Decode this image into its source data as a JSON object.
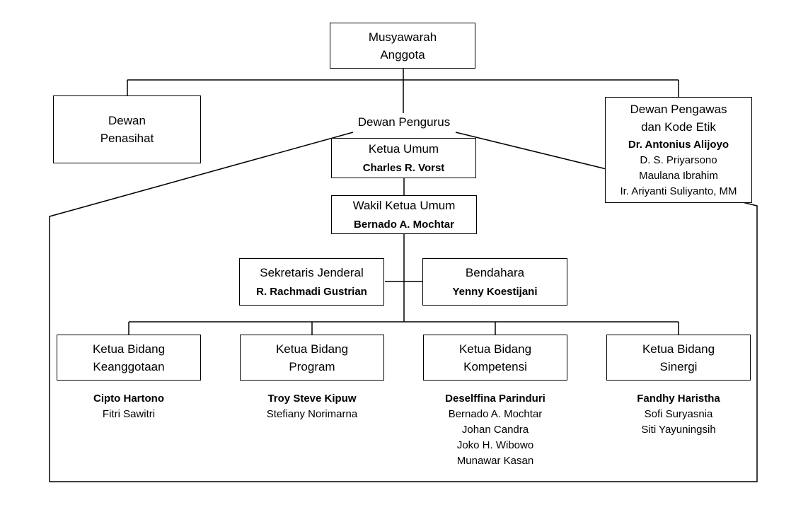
{
  "nodes": {
    "musyawarah": {
      "title": "Musyawarah\nAnggota"
    },
    "penasihat": {
      "title": "Dewan\nPenasihat"
    },
    "pengurus_label": "Dewan Pengurus",
    "ketua_umum": {
      "title": "Ketua Umum",
      "name": "Charles R. Vorst"
    },
    "wakil_ketua_umum": {
      "title": "Wakil Ketua Umum",
      "name": "Bernado A. Mochtar"
    },
    "pengawas": {
      "title": "Dewan Pengawas\ndan Kode Etik",
      "lead": "Dr. Antonius Alijoyo",
      "members": [
        "D. S. Priyarsono",
        "Maulana Ibrahim",
        "Ir. Ariyanti Suliyanto, MM"
      ]
    },
    "sekretaris": {
      "title": "Sekretaris Jenderal",
      "name": "R. Rachmadi Gustrian"
    },
    "bendahara": {
      "title": "Bendahara",
      "name": "Yenny Koestijani"
    },
    "bidang": [
      {
        "title": "Ketua Bidang\nKeanggotaan",
        "lead": "Cipto Hartono",
        "members": [
          "Fitri Sawitri"
        ]
      },
      {
        "title": "Ketua Bidang\nProgram",
        "lead": "Troy Steve Kipuw",
        "members": [
          "Stefiany Norimarna"
        ]
      },
      {
        "title": "Ketua Bidang\nKompetensi",
        "lead": "Deselffina Parinduri",
        "members": [
          "Bernado A. Mochtar",
          "Johan Candra",
          "Joko H. Wibowo",
          "Munawar Kasan"
        ]
      },
      {
        "title": "Ketua Bidang\nSinergi",
        "lead": "Fandhy Haristha",
        "members": [
          "Sofi Suryasnia",
          "Siti Yayuningsih"
        ]
      }
    ]
  },
  "colors": {
    "line": "#000000",
    "border": "#000000",
    "background": "#ffffff",
    "text": "#000000"
  }
}
